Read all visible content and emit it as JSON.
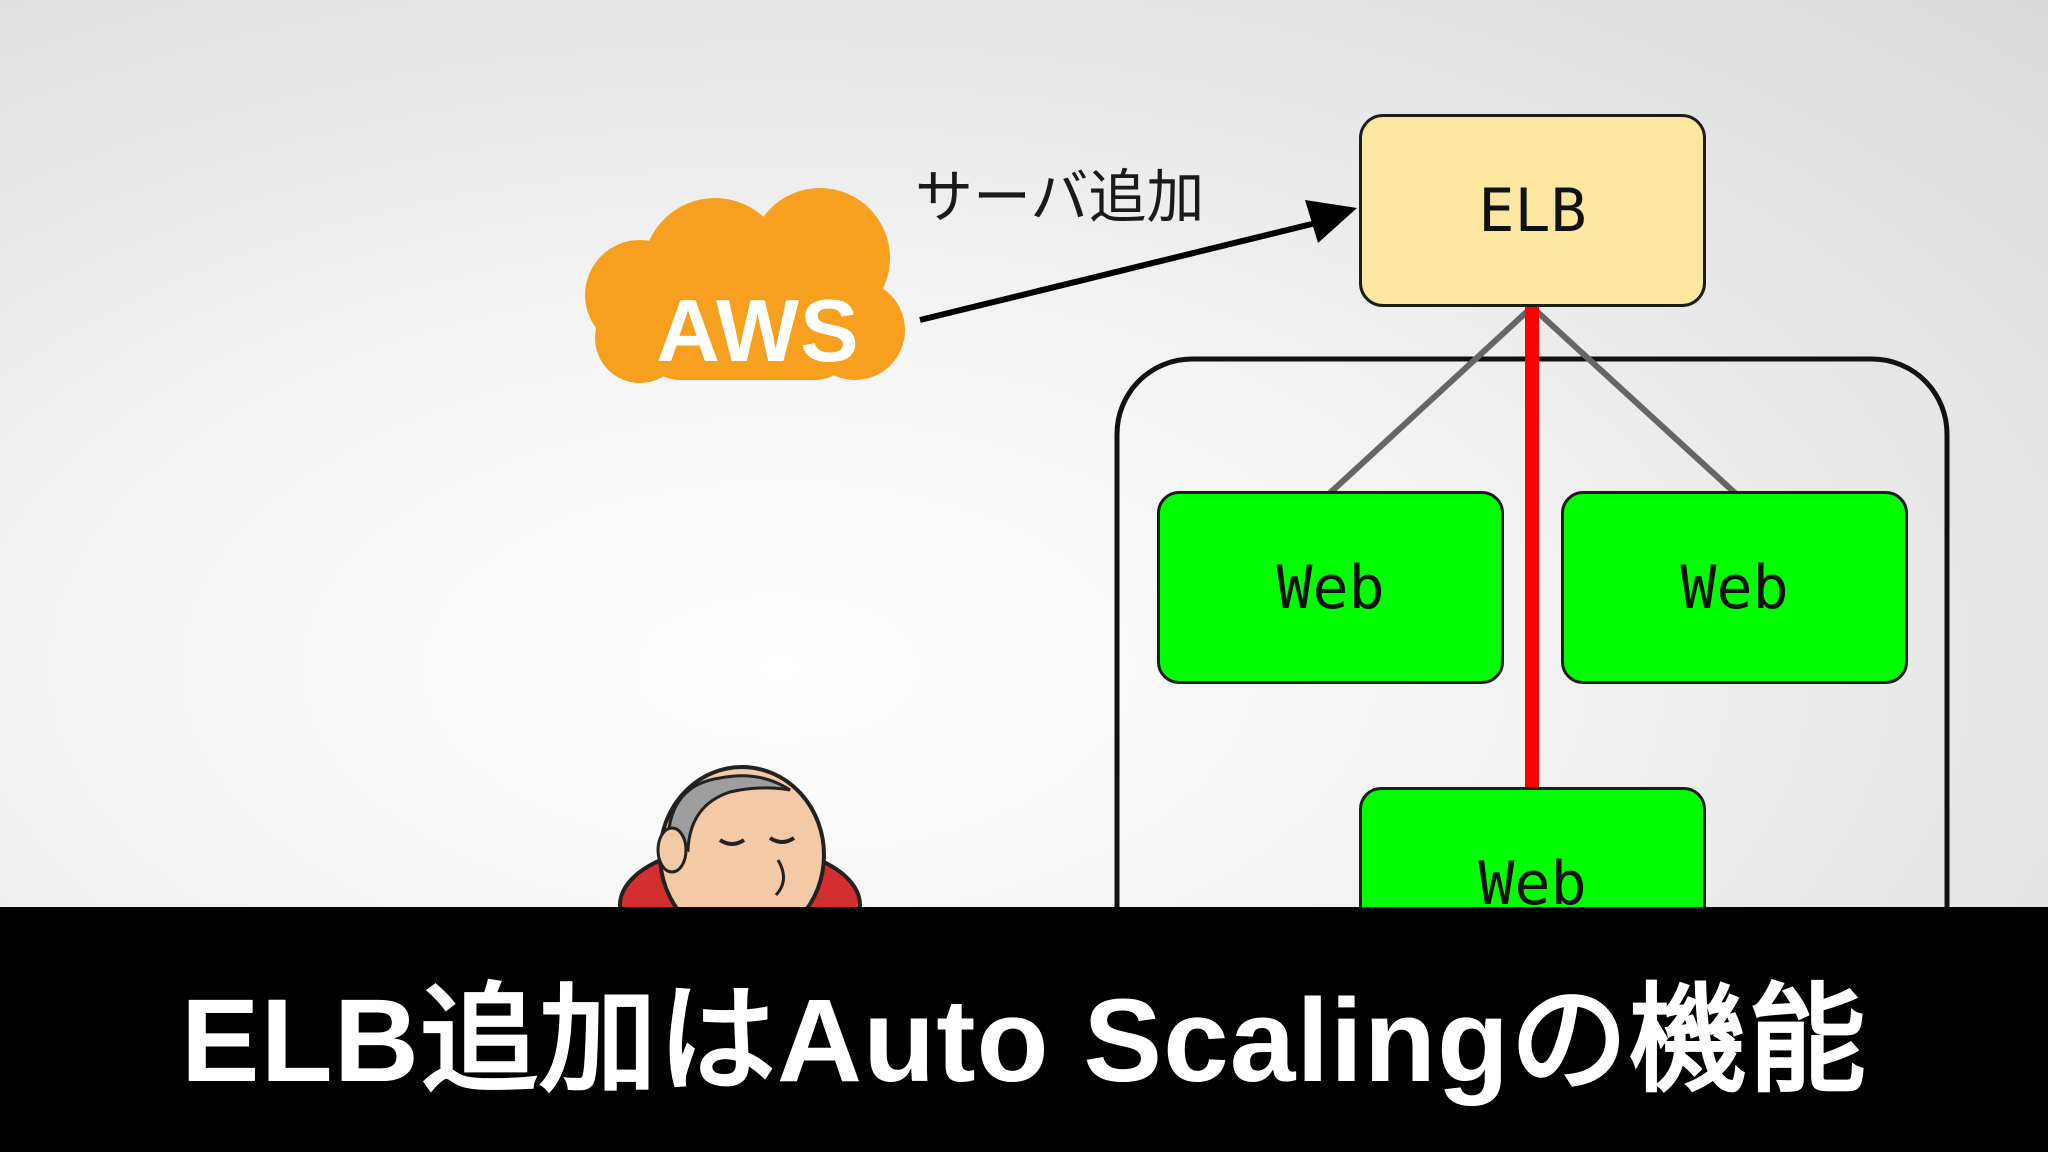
{
  "diagram": {
    "aws_logo_text": "AWS",
    "arrow_label": "サーバ追加",
    "elb_label": "ELB",
    "web_servers": [
      "Web",
      "Web",
      "Web"
    ]
  },
  "caption": "ELB追加はAuto Scalingの機能",
  "colors": {
    "aws_orange": "#f7a01f",
    "elb_fill": "#fce7a1",
    "web_fill": "#00ff00",
    "highlight_line": "#ff0000",
    "connector_gray": "#666666",
    "caption_bg": "#000000",
    "caption_text": "#ffffff"
  }
}
